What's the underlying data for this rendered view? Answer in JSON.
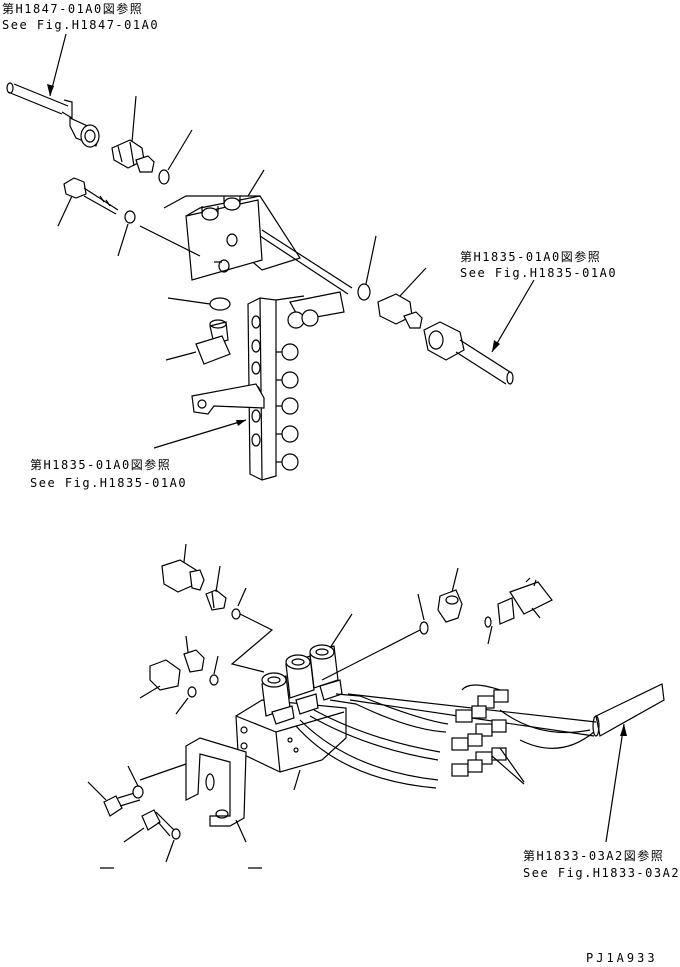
{
  "refs": {
    "top_left_jp": "第H1847-01A0図参照",
    "top_left_en": "See Fig.H1847-01A0",
    "top_right_jp": "第H1835-01A0図参照",
    "top_right_en": "See Fig.H1835-01A0",
    "mid_left_jp": "第H1835-01A0図参照",
    "mid_left_en": "See Fig.H1835-01A0",
    "bottom_right_jp": "第H1833-03A2図参照",
    "bottom_right_en": "See Fig.H1833-03A2"
  },
  "drawing_code": "PJ1A933"
}
